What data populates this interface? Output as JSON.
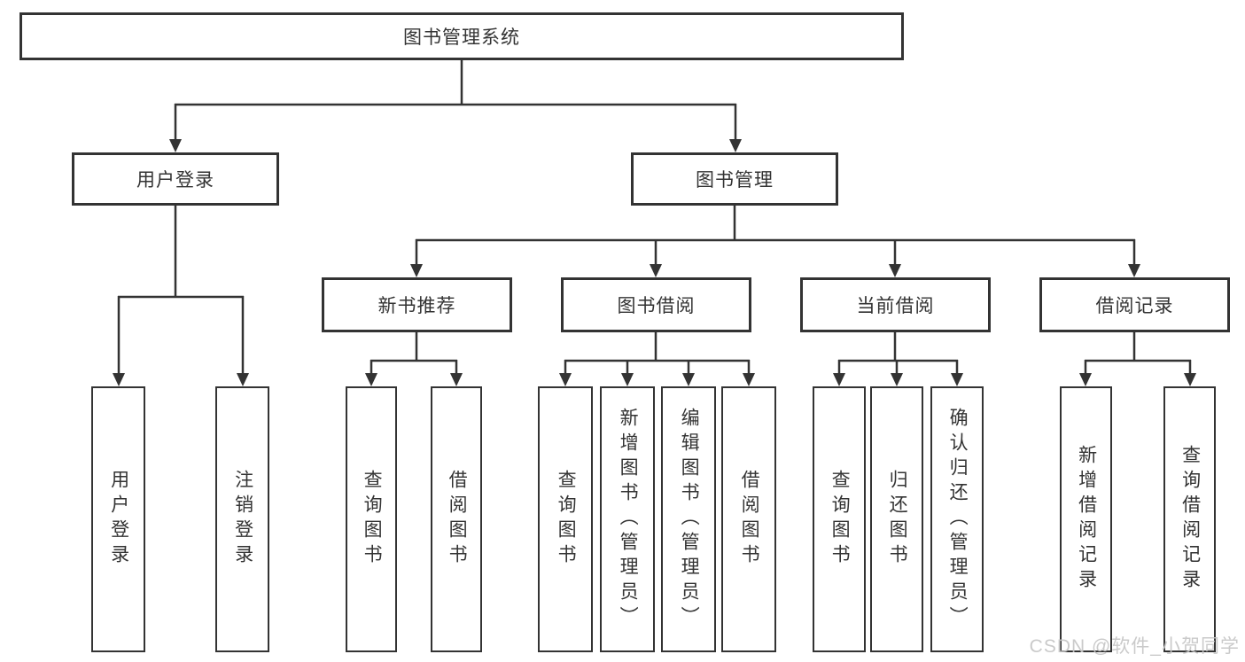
{
  "diagram_title": "图书管理系统",
  "colors": {
    "line": "#333333",
    "box_border": "#333333",
    "text": "#333333",
    "background": "#ffffff",
    "watermark": "#c5c5c5"
  },
  "root": {
    "label": "图书管理系统"
  },
  "level2": [
    {
      "label": "用户登录"
    },
    {
      "label": "图书管理"
    }
  ],
  "level3": [
    {
      "label": "新书推荐"
    },
    {
      "label": "图书借阅"
    },
    {
      "label": "当前借阅"
    },
    {
      "label": "借阅记录"
    }
  ],
  "leaves": {
    "user_login": [
      {
        "label": "用户登录"
      },
      {
        "label": "注销登录"
      }
    ],
    "new_book_recommend": [
      {
        "label": "查询图书"
      },
      {
        "label": "借阅图书"
      }
    ],
    "book_borrow": [
      {
        "label": "查询图书"
      },
      {
        "label": "新增图书（管理员）"
      },
      {
        "label": "编辑图书（管理员）"
      },
      {
        "label": "借阅图书"
      }
    ],
    "current_borrow": [
      {
        "label": "查询图书"
      },
      {
        "label": "归还图书"
      },
      {
        "label": "确认归还（管理员）"
      }
    ],
    "borrow_records": [
      {
        "label": "新增借阅记录"
      },
      {
        "label": "查询借阅记录"
      }
    ]
  },
  "watermark": {
    "text": "CSDN @软件_小贺同学"
  }
}
